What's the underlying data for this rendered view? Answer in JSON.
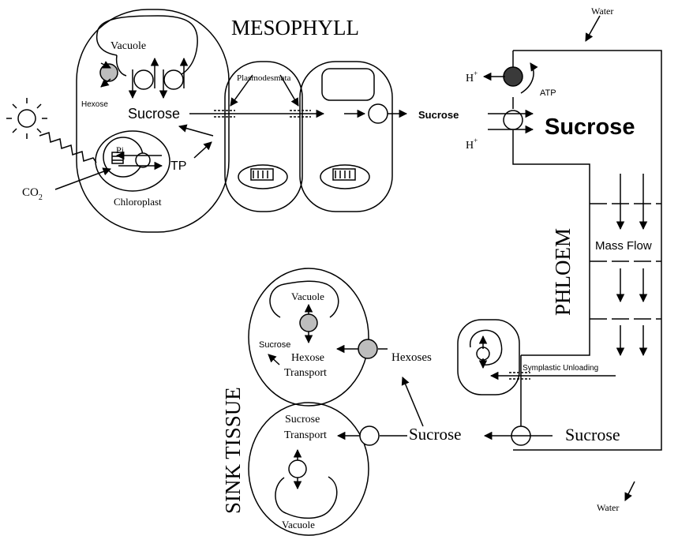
{
  "colors": {
    "ink": "#000000",
    "shaded_carrier": "#bdbdbd",
    "atp_carrier": "#3a3a3a",
    "background": "#ffffff"
  },
  "icons": {
    "sun": "sun-icon"
  },
  "labels": {
    "mesophyll": "MESOPHYLL",
    "phloem": "PHLOEM",
    "sink_tissue": "SINK TISSUE",
    "vacuole_meso": "Vacuole",
    "hexose_meso": "Hexose",
    "sucrose_meso": "Sucrose",
    "pi": "Pi",
    "tp": "TP",
    "chloroplast": "Chloroplast",
    "co2_main": "CO",
    "co2_sub": "2",
    "plasmodesmata": "Plasmodesmata",
    "sucrose_small": "Sucrose",
    "sucrose_big": "Sucrose",
    "h_plus": "H",
    "h_sup": "+",
    "atp": "ATP",
    "water_top": "Water",
    "water_bottom": "Water",
    "mass_flow": "Mass Flow",
    "symplastic_unloading": "Symplastic Unloading",
    "sucrose_phloem_out": "Sucrose",
    "sucrose_sink": "Sucrose",
    "hexoses": "Hexoses",
    "vacuole_sink_top": "Vacuole",
    "sucrose_sink_small": "Sucrose",
    "hexose_transport_1": "Hexose",
    "hexose_transport_2": "Transport",
    "sucrose_transport_1": "Sucrose",
    "sucrose_transport_2": "Transport",
    "vacuole_sink_bottom": "Vacuole"
  }
}
